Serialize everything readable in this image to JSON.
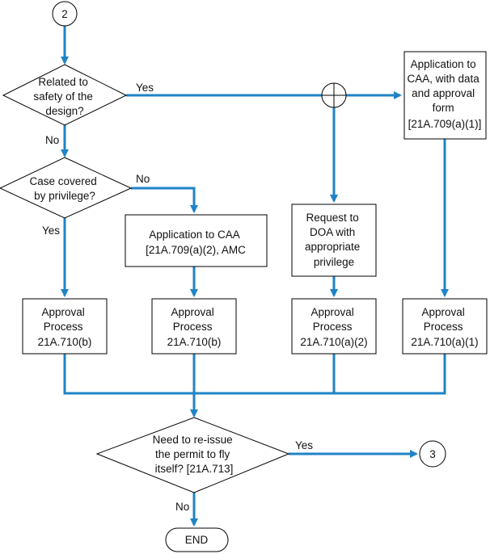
{
  "colors": {
    "connector": "#1f83c6",
    "outline": "#000000",
    "fill": "#ffffff",
    "text": "#111111"
  },
  "connectors": {
    "top": "2",
    "right": "3"
  },
  "decisions": {
    "safety": [
      "Related to",
      "safety of the",
      "design?"
    ],
    "privilege": [
      "Case covered",
      "by privilege?"
    ],
    "reissue": [
      "Need to re-issue",
      "the permit to fly",
      "itself? [21A.713]"
    ]
  },
  "boxes": {
    "caa_form": [
      "Application to",
      "CAA, with data",
      "and approval",
      "form",
      "[21A.709(a)(1)]"
    ],
    "caa_amc": [
      "Application to CAA",
      "[21A.709(a)(2), AMC"
    ],
    "doa_request": [
      "Request to",
      "DOA with",
      "appropriate",
      "privilege"
    ],
    "approval_1": [
      "Approval",
      "Process",
      "21A.710(b)"
    ],
    "approval_2": [
      "Approval",
      "Process",
      "21A.710(b)"
    ],
    "approval_3": [
      "Approval",
      "Process",
      "21A.710(a)(2)"
    ],
    "approval_4": [
      "Approval",
      "Process",
      "21A.710(a)(1)"
    ]
  },
  "terminal": {
    "end": "END"
  },
  "labels": {
    "safety_yes": "Yes",
    "safety_no": "No",
    "privilege_no": "No",
    "privilege_yes": "Yes",
    "reissue_yes": "Yes",
    "reissue_no": "No"
  }
}
